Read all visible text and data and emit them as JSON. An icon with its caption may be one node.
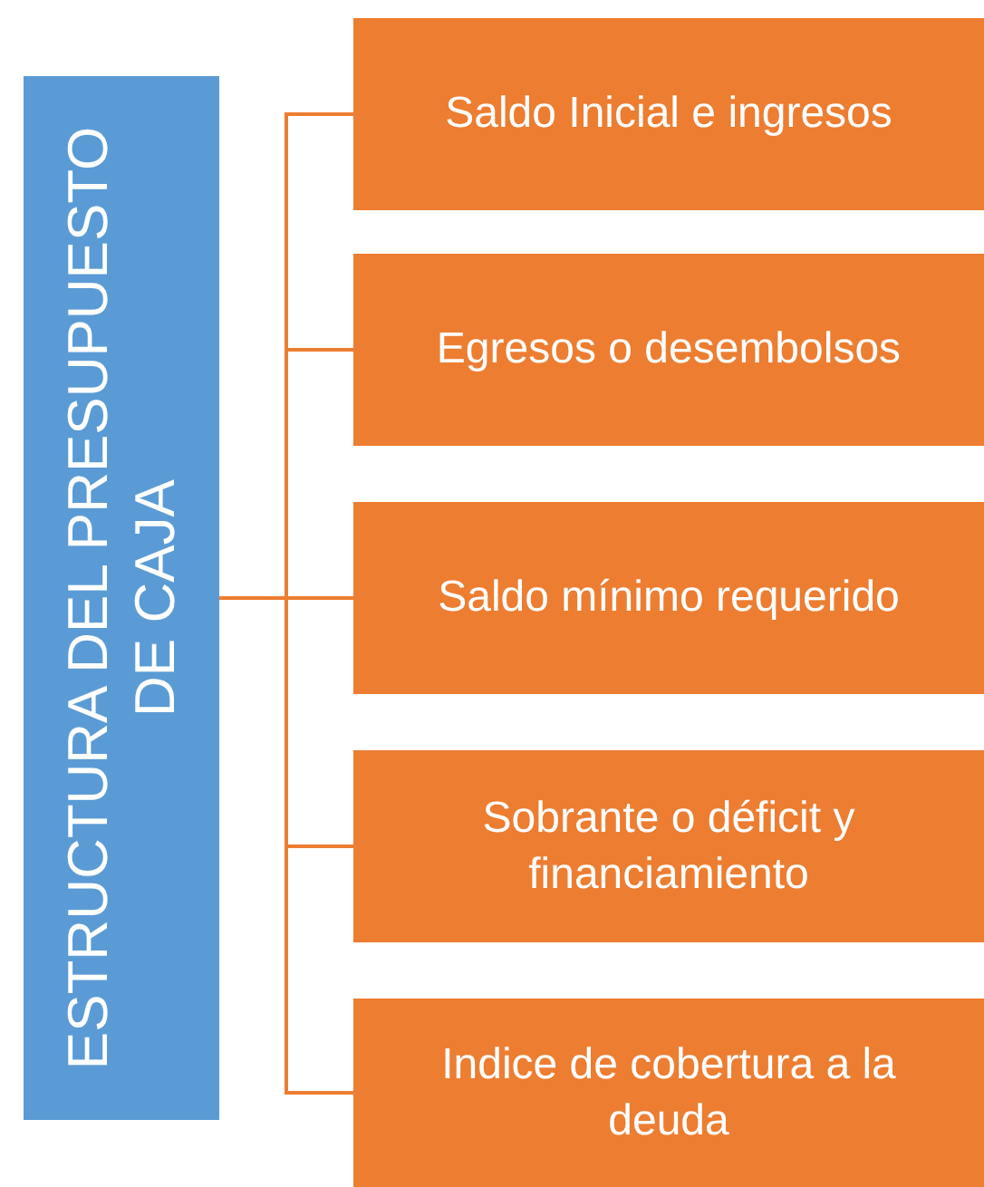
{
  "diagram": {
    "nodes": [
      {
        "text": [
          "ESTRUCTURA DEL PRESUPUESTO DE CAJA"
        ]
      },
      {
        "text": [
          "Saldo Inicial e ingresos"
        ]
      },
      {
        "text": [
          "Egresos o desembolsos"
        ]
      },
      {
        "text": [
          "Saldo mínimo requerido"
        ]
      },
      {
        "text": [
          "Sobrante o déficit y financiamiento"
        ]
      },
      {
        "text": [
          "Indice de cobertura a la deuda"
        ]
      }
    ],
    "edges": [
      {
        "from": 0,
        "to": 1,
        "arrow": "none"
      },
      {
        "from": 0,
        "to": 2,
        "arrow": "none"
      },
      {
        "from": 0,
        "to": 3,
        "arrow": "none"
      },
      {
        "from": 0,
        "to": 4,
        "arrow": "none"
      },
      {
        "from": 0,
        "to": 5,
        "arrow": "none"
      }
    ]
  }
}
